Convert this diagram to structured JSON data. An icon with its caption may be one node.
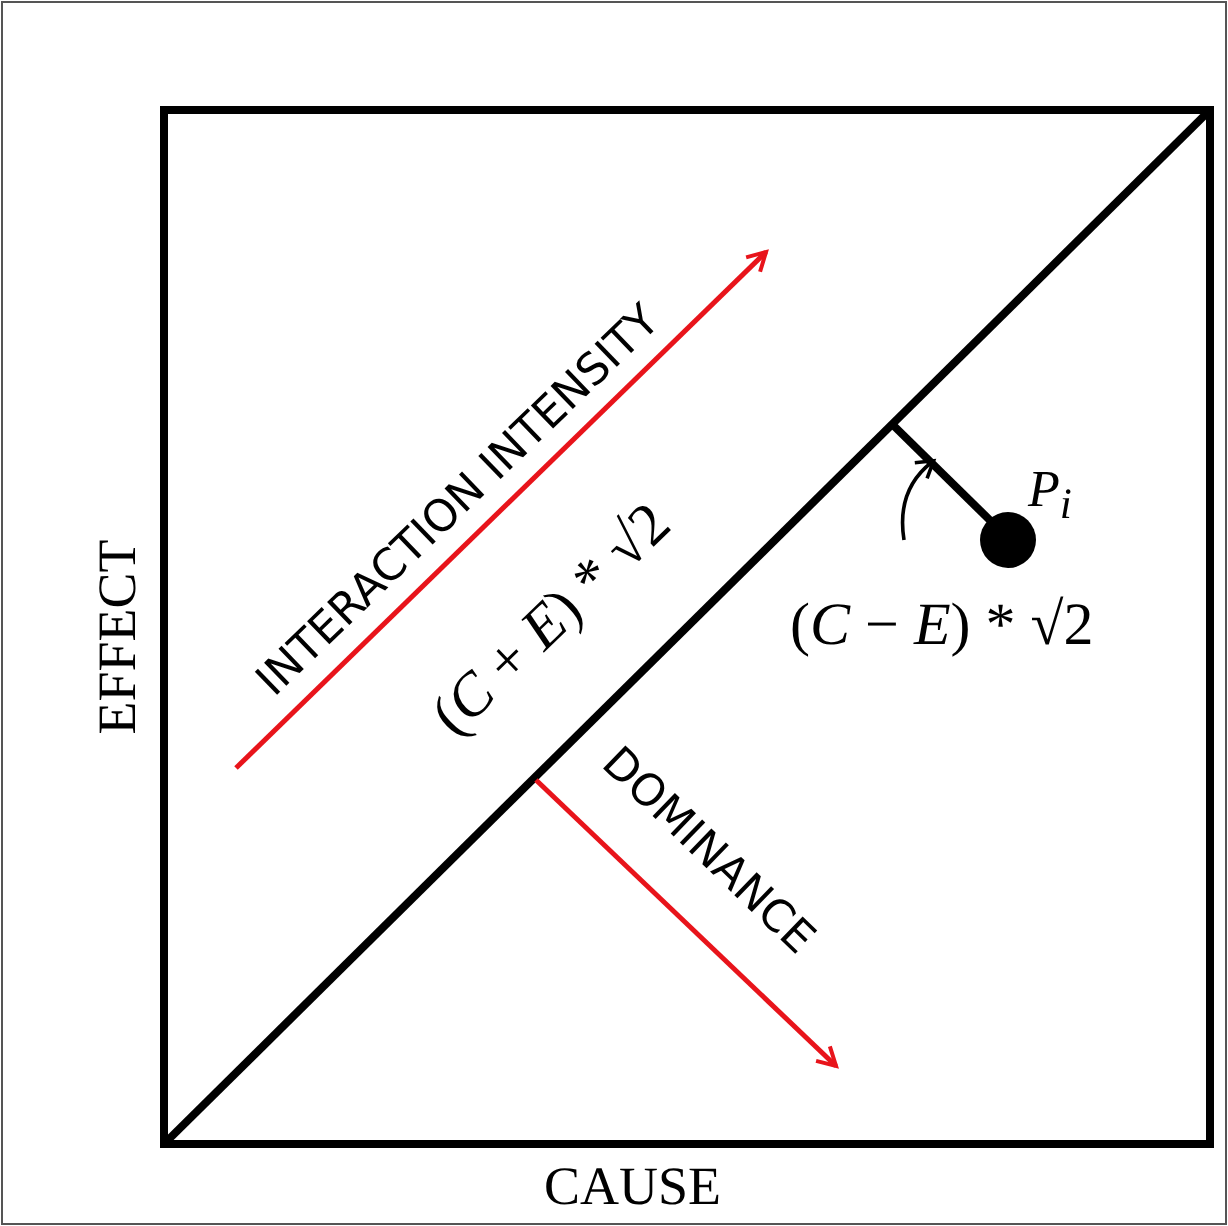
{
  "diagram": {
    "labels": [
      "INTERACTION INTENSITY",
      "P$_{i}$",
      "(*C* + *E*) * √2",
      "(*C* − *E*) * √2",
      "DOMINANCE",
      "EFFECT",
      "CAUSE"
    ]
  }
}
